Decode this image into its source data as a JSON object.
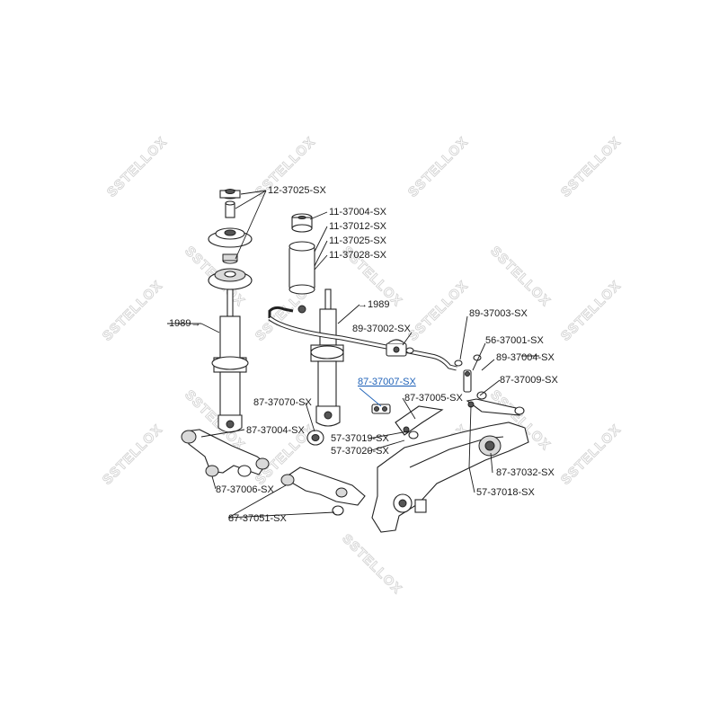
{
  "diagram": {
    "brand_watermark": "SSTELLOX",
    "highlight_color": "#1f62b8",
    "ink_color": "#1a1a1a",
    "labels": {
      "top_mount": "12-37025-SX",
      "bump_stop_nut": "11-37004-SX",
      "bump_stop_1": "11-37012-SX",
      "bump_stop_2": "11-37025-SX",
      "bump_stop_3": "11-37028-SX",
      "shock_left": "1989",
      "shock_right": "1989",
      "stab_bushing": "89-37002-SX",
      "stab_link": "89-37003-SX",
      "stab_link_2": "56-37001-SX",
      "link_nut": "89-37004-SX",
      "highlighted_bushing": "87-37007-SX",
      "upper_arm_bush": "87-37009-SX",
      "shock_bush": "87-37070-SX",
      "arm_bush": "87-37005-SX",
      "lower_arm_bush": "87-37004-SX",
      "ball_joint_1": "57-37019-SX",
      "ball_joint_2": "57-37020-SX",
      "trailing_bush": "87-37032-SX",
      "trailing_ball": "57-37018-SX",
      "lower_arm_left": "87-37006-SX",
      "lower_arm_right": "87-37051-SX"
    }
  }
}
